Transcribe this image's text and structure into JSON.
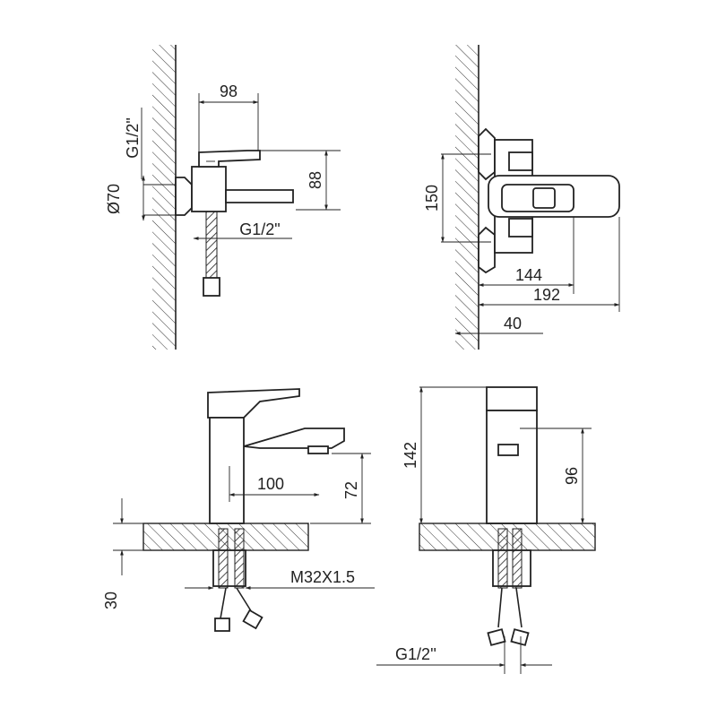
{
  "wall_side": {
    "dim_top": "98",
    "dim_height": "88",
    "dim_inlet_thread": "G1/2\"",
    "dim_diameter": "Ø70",
    "dim_hose_thread": "G1/2\""
  },
  "wall_front": {
    "dim_spacing": "150",
    "dim_width_a": "144",
    "dim_width_b": "192",
    "dim_depth": "40"
  },
  "basin_side": {
    "dim_reach": "100",
    "dim_spout_height": "72",
    "dim_counter": "30",
    "dim_thread": "M32X1.5"
  },
  "basin_front": {
    "dim_total_height": "142",
    "dim_lever_height": "96",
    "dim_hose_thread": "G1/2''"
  }
}
